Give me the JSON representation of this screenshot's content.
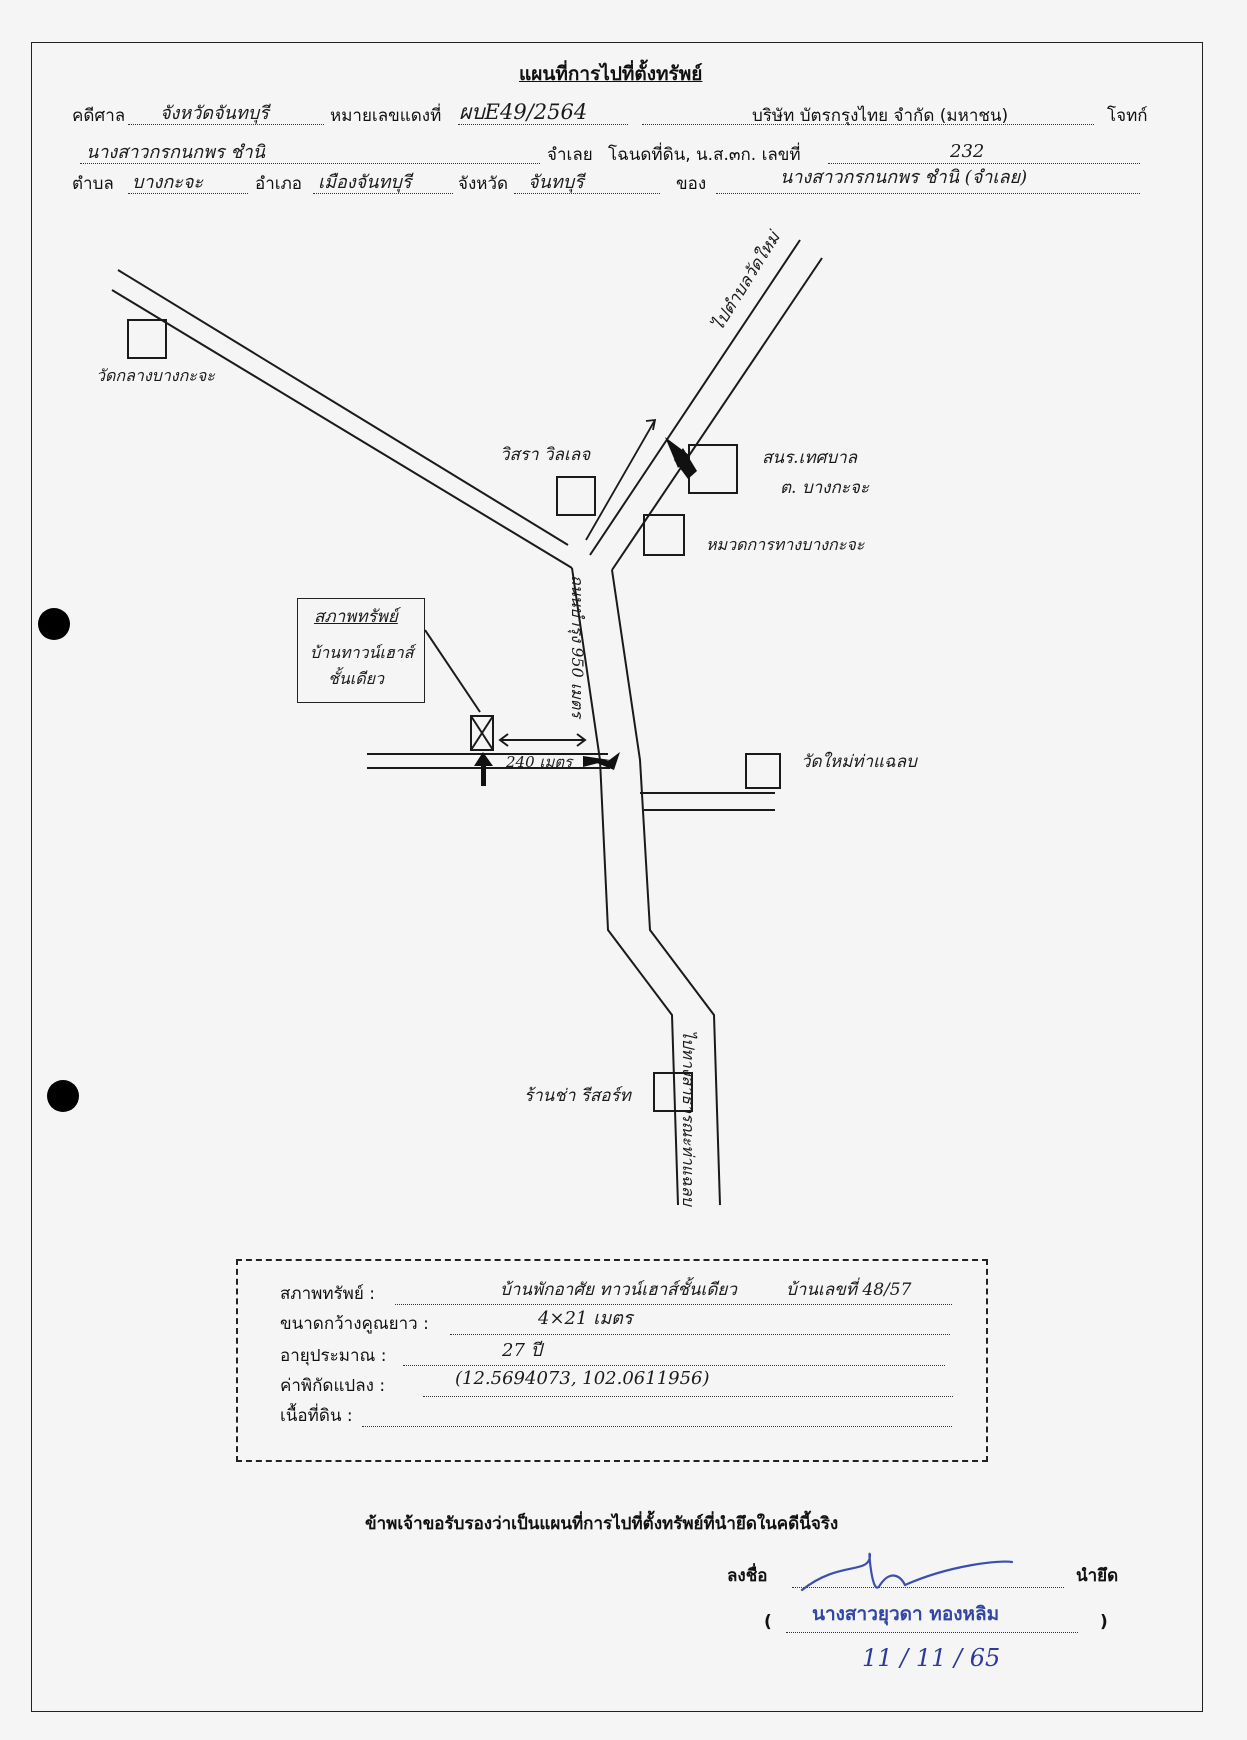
{
  "header": {
    "title": "แผนที่การไปที่ตั้งทรัพย์",
    "court_label": "คดีศาล",
    "court_value": "จังหวัดจันทบุรี",
    "case_no_label": "หมายเลขแดงที่",
    "case_no_value": "ผบE49/2564",
    "plaintiff_value": "บริษัท บัตรกรุงไทย จำกัด (มหาชน)",
    "plaintiff_label": "โจทก์",
    "defendant_value": "นางสาวกรกนกพร ชำนิ",
    "defendant_label": "จำเลย",
    "deed_label": "โฉนดที่ดิน, น.ส.๓ก. เลขที่",
    "deed_value": "232",
    "subdistrict_label": "ตำบล",
    "subdistrict_value": "บางกะจะ",
    "district_label": "อำเภอ",
    "district_value": "เมืองจันทบุรี",
    "province_label": "จังหวัด",
    "province_value": "จันทบุรี",
    "owner_label": "ของ",
    "owner_value": "นางสาวกรกนกพร ชำนิ (จำเลย)"
  },
  "map": {
    "labels": {
      "wat_klang": "วัดกลางบางกะจะ",
      "to_lamphu": "ไปตำบลวัดใหม่",
      "wisara": "วิสรา วิลเลจ",
      "school": "สนร.เทศบาล",
      "school_sub": "ต. บางกะจะ",
      "highway": "หมวดการทางบางกะจะ",
      "road": "ถนนบำรุง 950 เมตร",
      "property_title": "สภาพทรัพย์",
      "property_desc1": "บ้านทาวน์เฮาส์",
      "property_desc2": "ชั้นเดียว",
      "distance": "240 เมตร",
      "wat_mai": "วัดใหม่ท่าแฉลบ",
      "shop": "ร้านช่า รีสอร์ท",
      "to_thachaleb": "ไปทางสาธารณะท่าแฉลบ"
    }
  },
  "info": {
    "condition_label": "สภาพทรัพย์ :",
    "condition_value": "บ้านพักอาศัย ทาวน์เฮาส์ชั้นเดียว",
    "house_no_value": "บ้านเลขที่ 48/57",
    "size_label": "ขนาดกว้างคูณยาว :",
    "size_value": "4×21 เมตร",
    "age_label": "อายุประมาณ :",
    "age_value": "27 ปี",
    "coords_label": "ค่าพิกัดแปลง :",
    "coords_value": "(12.5694073, 102.0611956)",
    "land_label": "เนื้อที่ดิน :",
    "land_value": ""
  },
  "footer": {
    "certify": "ข้าพเจ้าขอรับรองว่าเป็นแผนที่การไปที่ตั้งทรัพย์ที่นำยึดในคดีนี้จริง",
    "sign_label": "ลงชื่อ",
    "sign_role": "นำยึด",
    "paren_open": "(",
    "paren_close": ")",
    "signer_name": "นางสาวยุวดา ทองหลิม",
    "date": "11 / 11 / 65"
  }
}
